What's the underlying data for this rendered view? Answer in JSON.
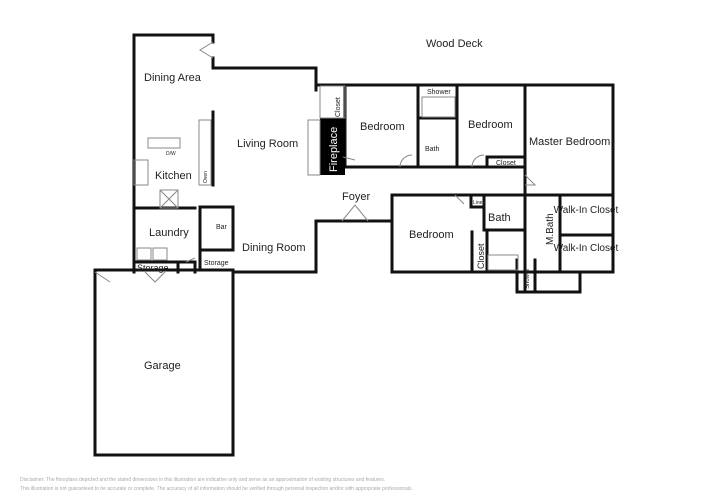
{
  "rooms": {
    "wood_deck": "Wood Deck",
    "dining_area": "Dining Area",
    "living_room": "Living Room",
    "closet_fp": "Closet",
    "fireplace": "Fireplace",
    "bedroom1": "Bedroom",
    "shower1": "Shower",
    "bath1": "Bath",
    "bedroom2": "Bedroom",
    "master_bedroom": "Master Bedroom",
    "closet_b2": "Closet",
    "kitchen": "Kitchen",
    "dw": "D/W",
    "oven": "Oven",
    "foyer": "Foyer",
    "laundry": "Laundry",
    "bar": "Bar",
    "dining_room": "Dining Room",
    "storage1": "Storage",
    "storage2": "Storage",
    "linen": "Linen",
    "bedroom3": "Bedroom",
    "bath2": "Bath",
    "closet_b3": "Closet",
    "mbath": "M.Bath",
    "walkin1": "Walk-In Closet",
    "walkin2": "Walk-In Closet",
    "shower2": "Shower",
    "garage": "Garage"
  },
  "disclaimer": {
    "line1": "Disclaimer: The floorplans depicted and the stated dimensions in this illustration are indicative only and serve as an approximation of existing structures and features.",
    "line2": "This illustration is not guaranteed to be accurate or complete. The accuracy of all information should be verified through personal inspection and/or with appropriate professionals."
  }
}
